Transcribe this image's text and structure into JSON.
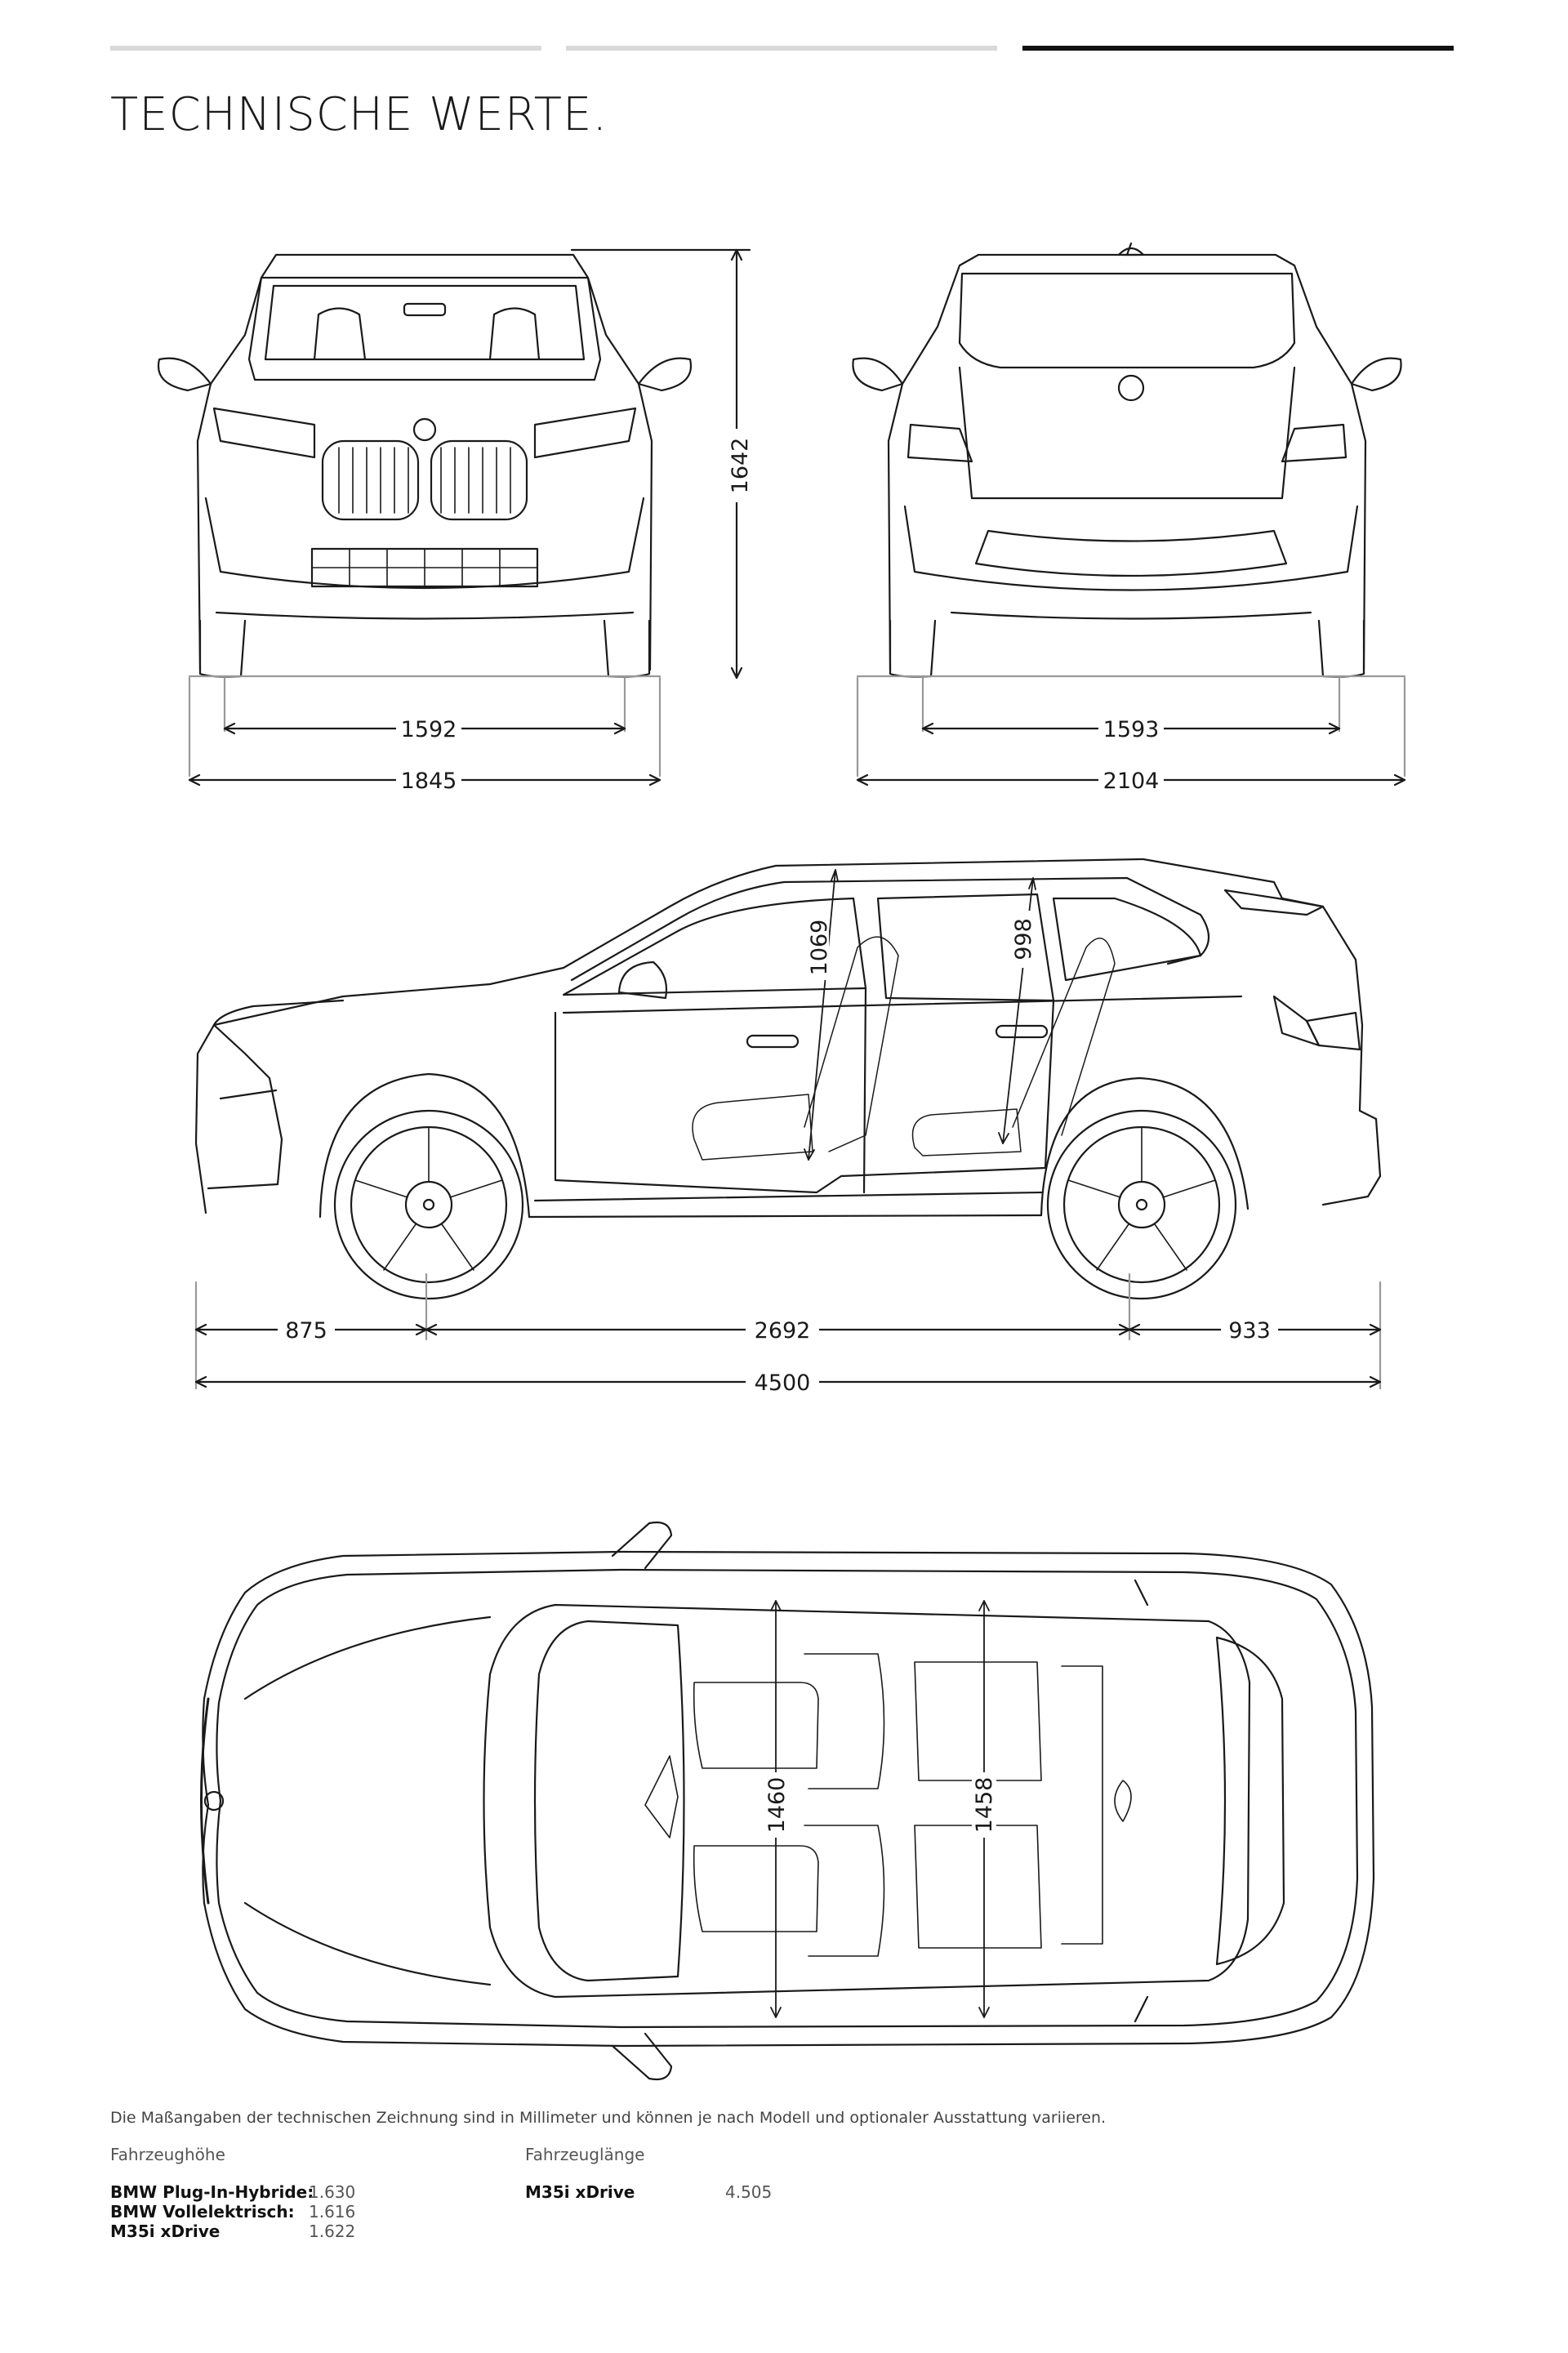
{
  "title": "TECHNISCHE WERTE.",
  "dimensions": {
    "height": "1642",
    "front_track": "1592",
    "width": "1845",
    "rear_track": "1593",
    "width_mirrors": "2104",
    "headroom_front": "1069",
    "headroom_rear": "998",
    "front_overhang": "875",
    "wheelbase": "2692",
    "rear_overhang": "933",
    "length": "4500",
    "shoulder_front": "1460",
    "shoulder_rear": "1458"
  },
  "note": "Die Maßangaben der technischen Zeichnung sind in Millimeter und können je nach Modell und optionaler Ausstattung variieren.",
  "height_table": {
    "label": "Fahrzeughöhe",
    "rows": [
      {
        "name": "BMW Plug-In-Hybride:",
        "value": "1.630"
      },
      {
        "name": "BMW Vollelektrisch:",
        "value": "1.616"
      },
      {
        "name": "M35i xDrive",
        "value": "1.622"
      }
    ]
  },
  "length_table": {
    "label": "Fahrzeuglänge",
    "rows": [
      {
        "name": "M35i xDrive",
        "value": "4.505"
      }
    ]
  }
}
